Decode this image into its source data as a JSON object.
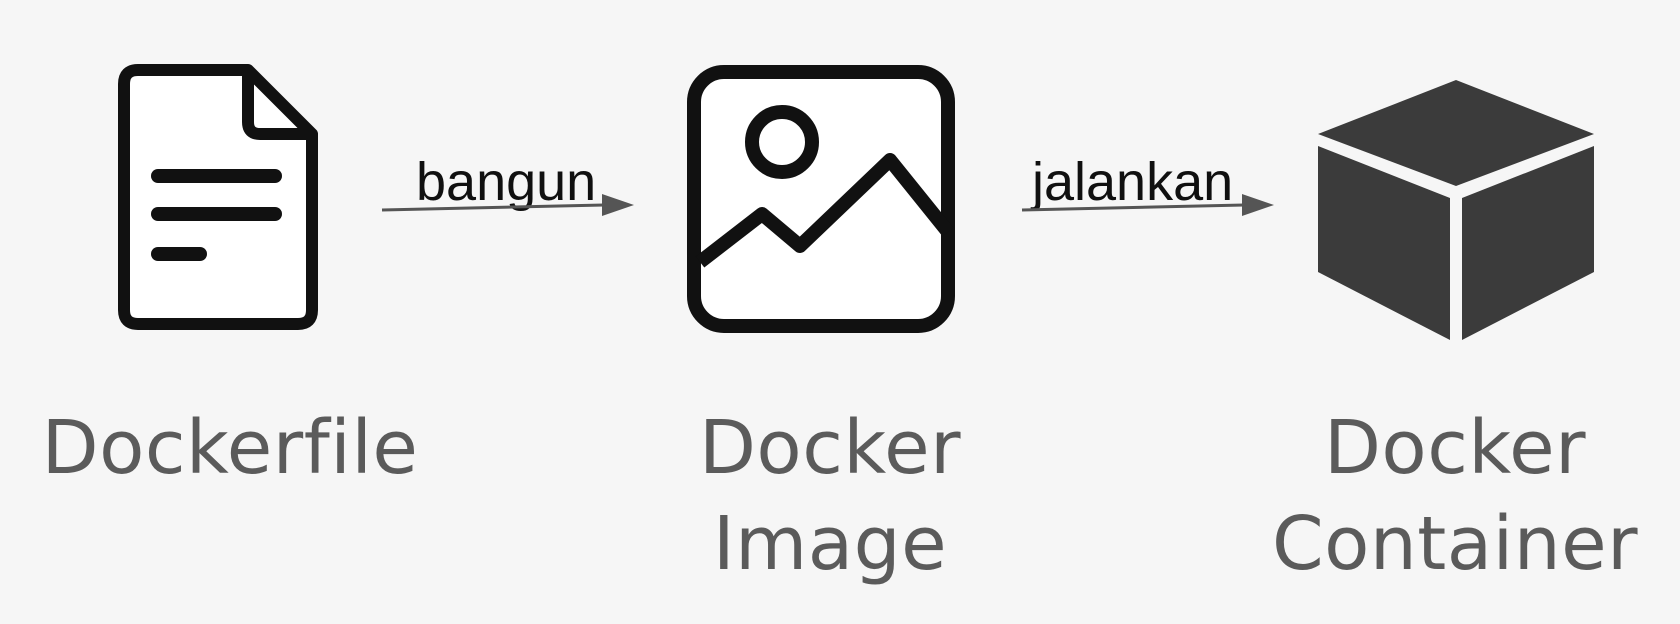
{
  "nodes": [
    {
      "icon": "document-icon",
      "label_lines": [
        "Dockerfile"
      ]
    },
    {
      "icon": "image-icon",
      "label_lines": [
        "Docker",
        "Image"
      ]
    },
    {
      "icon": "cube-icon",
      "label_lines": [
        "Docker",
        "Container"
      ]
    }
  ],
  "edges": [
    {
      "label": "bangun"
    },
    {
      "label": "jalankan"
    }
  ],
  "colors": {
    "background": "#f6f6f6",
    "icon_stroke": "#111111",
    "cube_fill": "#3b3b3b",
    "label_text": "#5b5b5b",
    "arrow": "#555555",
    "edge_label_text": "#101010"
  }
}
